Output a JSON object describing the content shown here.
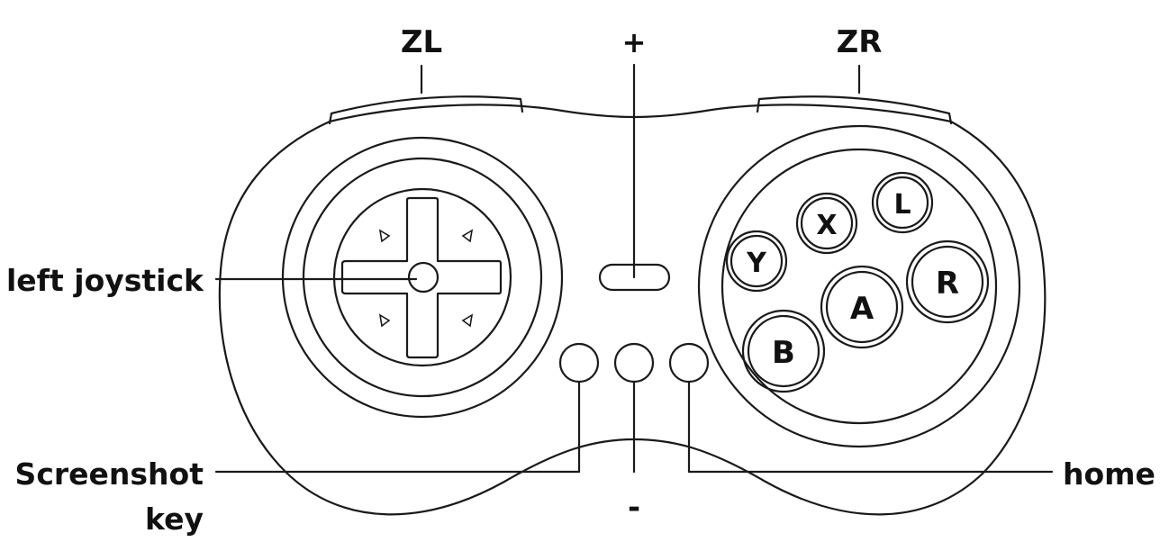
{
  "labels": {
    "zl": "ZL",
    "plus": "+",
    "zr": "ZR",
    "left_joystick": "left joystick",
    "screenshot_key_line1": "Screenshot",
    "screenshot_key_line2": "key",
    "minus": "-",
    "home": "home"
  },
  "buttons": {
    "y": "Y",
    "x": "X",
    "l": "L",
    "r": "R",
    "a": "A",
    "b": "B"
  },
  "colors": {
    "line": "#1a1a1a",
    "background": "#ffffff"
  }
}
